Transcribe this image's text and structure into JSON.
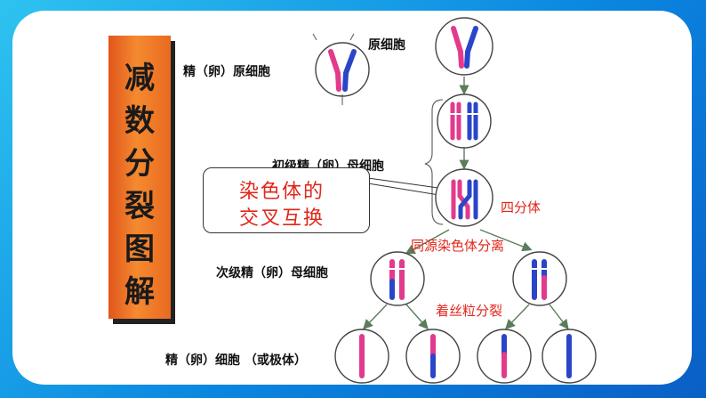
{
  "title_chars": [
    "减",
    "数",
    "分",
    "裂",
    "图",
    "解"
  ],
  "labels": {
    "primordial_left": "精（卵）原细胞",
    "primordial_top": "原细胞",
    "primary": "初级精（卵）母细胞",
    "secondary": "次级精（卵）母细胞",
    "gametes": "精（卵）细胞 （或极体）"
  },
  "annotations": {
    "crossover_line1": "染色体的",
    "crossover_line2": "交叉互换",
    "tetrad": "四分体",
    "homolog_separation": "同源染色体分离",
    "centromere_split": "着丝粒分裂"
  },
  "colors": {
    "paternal": "#e23a8c",
    "maternal": "#2a45c8",
    "accent_red": "#e0261a",
    "title_bg": "#ee7424"
  }
}
